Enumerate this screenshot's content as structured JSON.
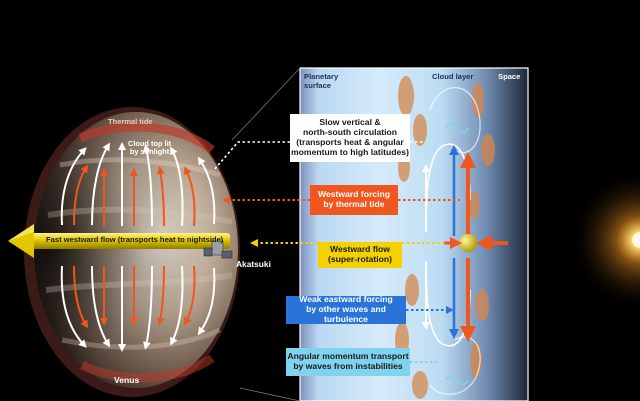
{
  "labels": {
    "thermal_tide": "Thermal tide",
    "cloud_top_lit": "Cloud top lit\nby sunlight",
    "fast_westward_flow": "Fast westward flow (transports heat to nightside)",
    "akatsuki": "Akatsuki",
    "venus": "Venus",
    "planetary_surface": "Planetary\nsurface",
    "cloud_layer": "Cloud layer",
    "space": "Space"
  },
  "callouts": {
    "slow_circulation": "Slow vertical &\nnorth-south circulation\n(transports heat & angular\nmomentum to high latitudes)",
    "westward_forcing": "Westward forcing\nby thermal tide",
    "westward_flow": "Westward flow\n(super-rotation)",
    "eastward_forcing": "Weak eastward forcing\nby other waves and turbulence",
    "angular_momentum": "Angular momentum transport\nby waves from instabilities"
  },
  "colors": {
    "orange": "#f0561d",
    "yellow": "#f5d100",
    "blue": "#2a73d8",
    "cyan": "#7fd3ee",
    "white": "#ffffff"
  }
}
